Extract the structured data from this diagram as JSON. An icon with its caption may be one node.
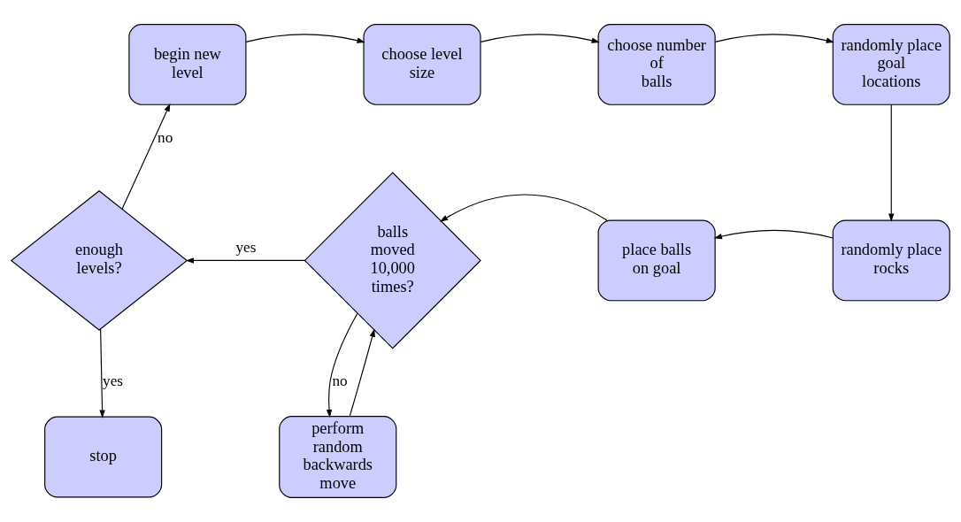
{
  "diagram": {
    "nodes": [
      {
        "text": [
          "begin new level"
        ]
      },
      {
        "text": [
          "choose level size"
        ]
      },
      {
        "text": [
          "choose number of balls"
        ]
      },
      {
        "text": [
          "randomly place goal locations"
        ]
      },
      {
        "text": [
          "randomly place rocks"
        ]
      },
      {
        "text": [
          "place balls on goal"
        ]
      },
      {
        "text": [
          "balls moved 10,000 times?"
        ]
      },
      {
        "text": [
          "enough levels?"
        ]
      },
      {
        "text": [
          "perform random backwards move"
        ]
      },
      {
        "text": [
          "stop"
        ]
      }
    ],
    "edges": [
      {
        "from": 0,
        "to": 1,
        "arrow": "to"
      },
      {
        "from": 1,
        "to": 2,
        "arrow": "to"
      },
      {
        "from": 2,
        "to": 3,
        "arrow": "to"
      },
      {
        "from": 3,
        "to": 4,
        "arrow": "to"
      },
      {
        "from": 4,
        "to": 5,
        "arrow": "to"
      },
      {
        "from": 5,
        "to": 6,
        "arrow": "to"
      },
      {
        "from": 6,
        "to": 7,
        "arrow": "to",
        "label": "yes"
      },
      {
        "from": 7,
        "to": 0,
        "arrow": "to",
        "label": "no"
      },
      {
        "from": 7,
        "to": 9,
        "arrow": "to",
        "label": "yes"
      },
      {
        "from": 6,
        "to": 8,
        "arrow": "to",
        "label": "no"
      },
      {
        "from": 8,
        "to": 6,
        "arrow": "to"
      }
    ]
  }
}
